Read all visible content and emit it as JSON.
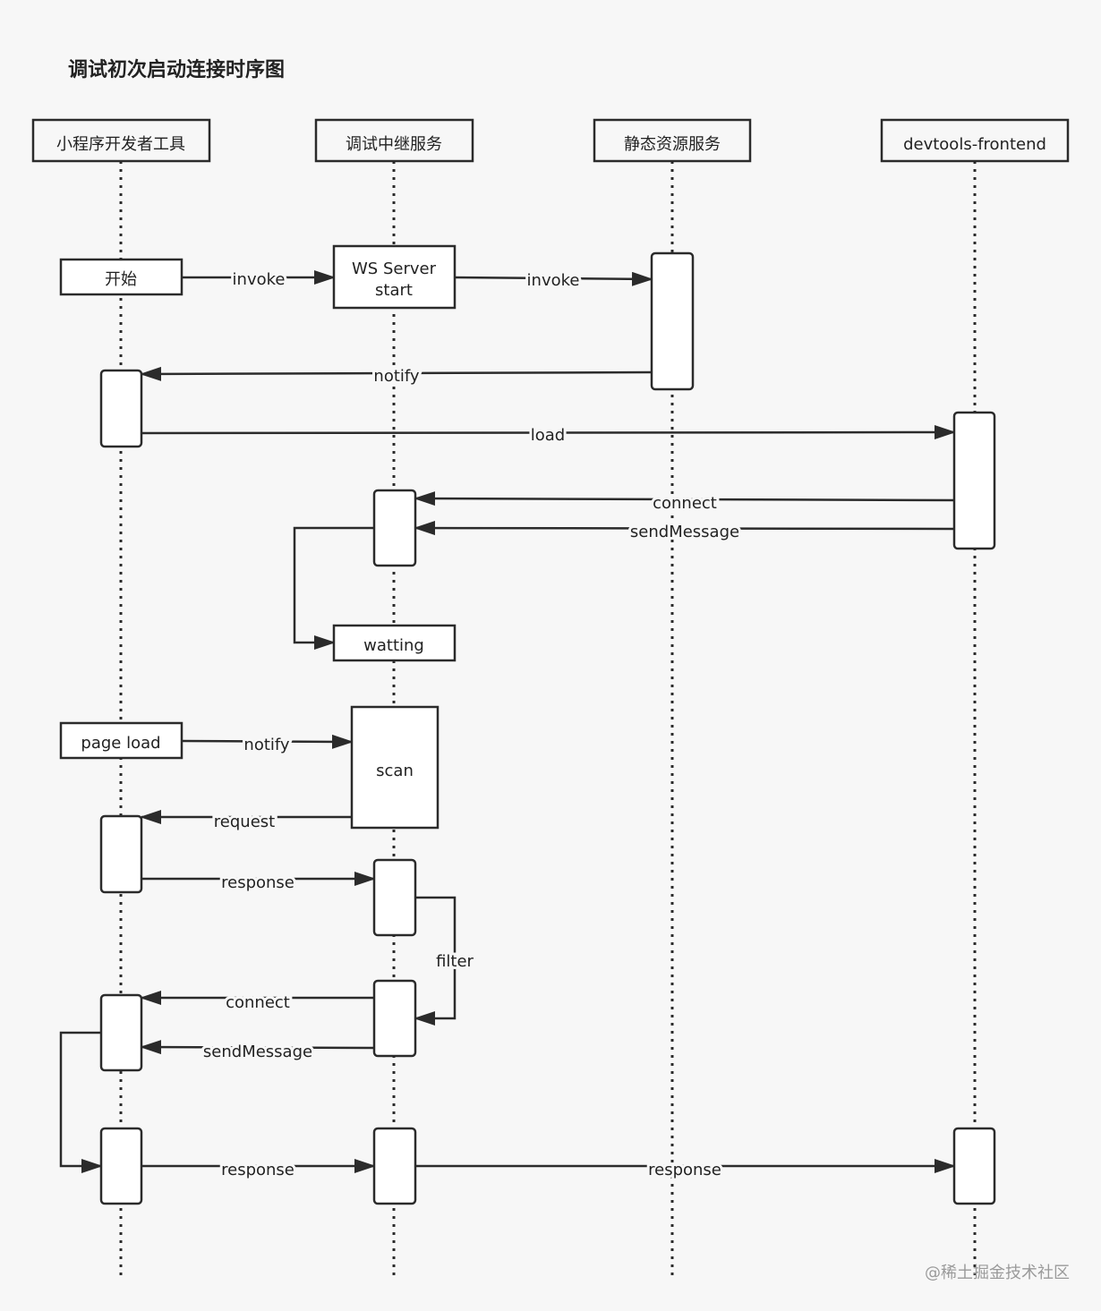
{
  "title": "调试初次启动连接时序图",
  "watermark": "@稀土掘金技术社区",
  "participants": [
    {
      "id": "mini",
      "label": "小程序开发者工具"
    },
    {
      "id": "relay",
      "label": "调试中继服务"
    },
    {
      "id": "static",
      "label": "静态资源服务"
    },
    {
      "id": "devtools",
      "label": "devtools-frontend"
    }
  ],
  "boxes": {
    "start": "开始",
    "ws_line1": "WS Server",
    "ws_line2": "start",
    "watting": "watting",
    "page_load": "page load",
    "scan": "scan"
  },
  "messages": {
    "invoke1": "invoke",
    "invoke2": "invoke",
    "notify1": "notify",
    "load": "load",
    "connect1": "connect",
    "sendMessage1": "sendMessage",
    "notify2": "notify",
    "request": "request",
    "response1": "response",
    "filter": "filter",
    "connect2": "connect",
    "sendMessage2": "sendMessage",
    "response2": "response",
    "response3": "response"
  },
  "colors": {
    "stroke": "#2b2b2b",
    "box_fill": "#ffffff",
    "background": "#f7f7f7"
  }
}
